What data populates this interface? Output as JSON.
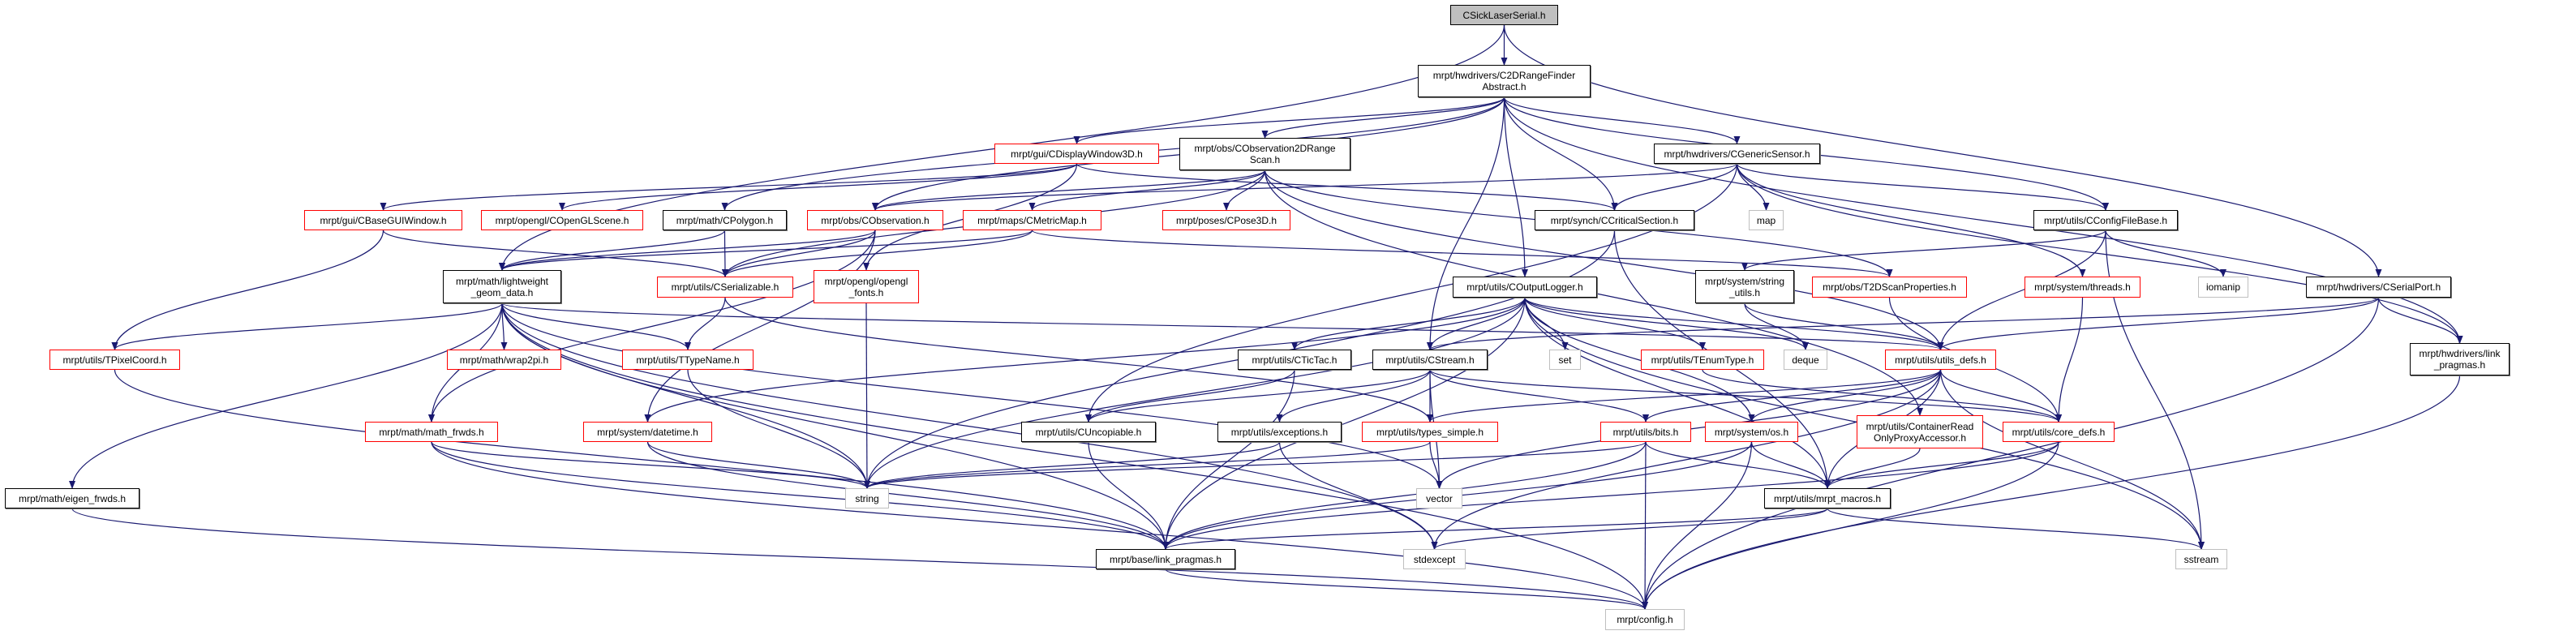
{
  "title": "CSickLaserSerial.h",
  "edge_color": "#191970",
  "nodes": [
    {
      "id": "root",
      "label": "CSickLaserSerial.h",
      "kind": "root"
    },
    {
      "id": "c2d",
      "label": "mrpt/hwdrivers/C2DRangeFinder\nAbstract.h",
      "kind": "documented"
    },
    {
      "id": "disp3d",
      "label": "mrpt/gui/CDisplayWindow3D.h",
      "kind": "red"
    },
    {
      "id": "obs2d",
      "label": "mrpt/obs/CObservation2DRange\nScan.h",
      "kind": "documented"
    },
    {
      "id": "gensens",
      "label": "mrpt/hwdrivers/CGenericSensor.h",
      "kind": "documented"
    },
    {
      "id": "baseGUI",
      "label": "mrpt/gui/CBaseGUIWindow.h",
      "kind": "red"
    },
    {
      "id": "glscene",
      "label": "mrpt/opengl/COpenGLScene.h",
      "kind": "red"
    },
    {
      "id": "polygon",
      "label": "mrpt/math/CPolygon.h",
      "kind": "documented"
    },
    {
      "id": "obs",
      "label": "mrpt/obs/CObservation.h",
      "kind": "red"
    },
    {
      "id": "metricmap",
      "label": "mrpt/maps/CMetricMap.h",
      "kind": "red"
    },
    {
      "id": "pose3d",
      "label": "mrpt/poses/CPose3D.h",
      "kind": "red"
    },
    {
      "id": "critsec",
      "label": "mrpt/synch/CCriticalSection.h",
      "kind": "documented"
    },
    {
      "id": "map",
      "label": "map",
      "kind": "system"
    },
    {
      "id": "cfgfile",
      "label": "mrpt/utils/CConfigFileBase.h",
      "kind": "documented"
    },
    {
      "id": "lwgeom",
      "label": "mrpt/math/lightweight\n_geom_data.h",
      "kind": "documented"
    },
    {
      "id": "serializable",
      "label": "mrpt/utils/CSerializable.h",
      "kind": "red"
    },
    {
      "id": "glfonts",
      "label": "mrpt/opengl/opengl\n_fonts.h",
      "kind": "red"
    },
    {
      "id": "outlogger",
      "label": "mrpt/utils/COutputLogger.h",
      "kind": "documented"
    },
    {
      "id": "strutils",
      "label": "mrpt/system/string\n_utils.h",
      "kind": "documented"
    },
    {
      "id": "t2dscan",
      "label": "mrpt/obs/T2DScanProperties.h",
      "kind": "red"
    },
    {
      "id": "threads",
      "label": "mrpt/system/threads.h",
      "kind": "red"
    },
    {
      "id": "iomanip",
      "label": "iomanip",
      "kind": "system"
    },
    {
      "id": "serialport",
      "label": "mrpt/hwdrivers/CSerialPort.h",
      "kind": "documented"
    },
    {
      "id": "pixcoord",
      "label": "mrpt/utils/TPixelCoord.h",
      "kind": "red"
    },
    {
      "id": "wrap2pi",
      "label": "mrpt/math/wrap2pi.h",
      "kind": "red"
    },
    {
      "id": "typename",
      "label": "mrpt/utils/TTypeName.h",
      "kind": "red"
    },
    {
      "id": "tictac",
      "label": "mrpt/utils/CTicTac.h",
      "kind": "documented"
    },
    {
      "id": "cstream",
      "label": "mrpt/utils/CStream.h",
      "kind": "documented"
    },
    {
      "id": "set",
      "label": "set",
      "kind": "system"
    },
    {
      "id": "enumtype",
      "label": "mrpt/utils/TEnumType.h",
      "kind": "red"
    },
    {
      "id": "deque",
      "label": "deque",
      "kind": "system"
    },
    {
      "id": "utilsdefs",
      "label": "mrpt/utils/utils_defs.h",
      "kind": "red"
    },
    {
      "id": "hwlink",
      "label": "mrpt/hwdrivers/link\n_pragmas.h",
      "kind": "documented"
    },
    {
      "id": "mathfrwds",
      "label": "mrpt/math/math_frwds.h",
      "kind": "red"
    },
    {
      "id": "datetime",
      "label": "mrpt/system/datetime.h",
      "kind": "red"
    },
    {
      "id": "uncopiable",
      "label": "mrpt/utils/CUncopiable.h",
      "kind": "documented"
    },
    {
      "id": "exceptions",
      "label": "mrpt/utils/exceptions.h",
      "kind": "documented"
    },
    {
      "id": "typessimple",
      "label": "mrpt/utils/types_simple.h",
      "kind": "red"
    },
    {
      "id": "bits",
      "label": "mrpt/utils/bits.h",
      "kind": "red"
    },
    {
      "id": "sysos",
      "label": "mrpt/system/os.h",
      "kind": "red"
    },
    {
      "id": "proxy",
      "label": "mrpt/utils/ContainerRead\nOnlyProxyAccessor.h",
      "kind": "red"
    },
    {
      "id": "coredefs",
      "label": "mrpt/utils/core_defs.h",
      "kind": "red"
    },
    {
      "id": "eigenfrwds",
      "label": "mrpt/math/eigen_frwds.h",
      "kind": "documented"
    },
    {
      "id": "string",
      "label": "string",
      "kind": "system"
    },
    {
      "id": "vector",
      "label": "vector",
      "kind": "system"
    },
    {
      "id": "macros",
      "label": "mrpt/utils/mrpt_macros.h",
      "kind": "documented"
    },
    {
      "id": "baselink",
      "label": "mrpt/base/link_pragmas.h",
      "kind": "documented"
    },
    {
      "id": "stdexcept",
      "label": "stdexcept",
      "kind": "system"
    },
    {
      "id": "sstream",
      "label": "sstream",
      "kind": "system"
    },
    {
      "id": "config",
      "label": "mrpt/config.h",
      "kind": "system"
    }
  ],
  "edges": [
    [
      "root",
      "c2d"
    ],
    [
      "root",
      "lwgeom"
    ],
    [
      "root",
      "serialport"
    ],
    [
      "c2d",
      "disp3d"
    ],
    [
      "c2d",
      "obs2d"
    ],
    [
      "c2d",
      "gensens"
    ],
    [
      "c2d",
      "critsec"
    ],
    [
      "c2d",
      "outlogger"
    ],
    [
      "c2d",
      "cstream"
    ],
    [
      "c2d",
      "cfgfile"
    ],
    [
      "c2d",
      "hwlink"
    ],
    [
      "c2d",
      "obs"
    ],
    [
      "c2d",
      "polygon"
    ],
    [
      "disp3d",
      "baseGUI"
    ],
    [
      "disp3d",
      "glscene"
    ],
    [
      "disp3d",
      "glfonts"
    ],
    [
      "disp3d",
      "critsec"
    ],
    [
      "obs2d",
      "obs"
    ],
    [
      "obs2d",
      "metricmap"
    ],
    [
      "obs2d",
      "pose3d"
    ],
    [
      "obs2d",
      "t2dscan"
    ],
    [
      "obs2d",
      "serializable"
    ],
    [
      "obs2d",
      "proxy"
    ],
    [
      "obs2d",
      "utilsdefs"
    ],
    [
      "gensens",
      "obs"
    ],
    [
      "gensens",
      "critsec"
    ],
    [
      "gensens",
      "map"
    ],
    [
      "gensens",
      "cfgfile"
    ],
    [
      "gensens",
      "threads"
    ],
    [
      "gensens",
      "uncopiable"
    ],
    [
      "gensens",
      "hwlink"
    ],
    [
      "baseGUI",
      "serializable"
    ],
    [
      "baseGUI",
      "pixcoord"
    ],
    [
      "polygon",
      "lwgeom"
    ],
    [
      "polygon",
      "serializable"
    ],
    [
      "obs",
      "serializable"
    ],
    [
      "obs",
      "lwgeom"
    ],
    [
      "obs",
      "mathfrwds"
    ],
    [
      "obs",
      "datetime"
    ],
    [
      "metricmap",
      "serializable"
    ],
    [
      "metricmap",
      "lwgeom"
    ],
    [
      "metricmap",
      "t2dscan"
    ],
    [
      "critsec",
      "string"
    ],
    [
      "critsec",
      "macros"
    ],
    [
      "cfgfile",
      "strutils"
    ],
    [
      "cfgfile",
      "iomanip"
    ],
    [
      "cfgfile",
      "utilsdefs"
    ],
    [
      "cfgfile",
      "sstream"
    ],
    [
      "lwgeom",
      "pixcoord"
    ],
    [
      "lwgeom",
      "wrap2pi"
    ],
    [
      "lwgeom",
      "typename"
    ],
    [
      "lwgeom",
      "mathfrwds"
    ],
    [
      "lwgeom",
      "eigenfrwds"
    ],
    [
      "lwgeom",
      "string"
    ],
    [
      "lwgeom",
      "vector"
    ],
    [
      "lwgeom",
      "stdexcept"
    ],
    [
      "lwgeom",
      "baselink"
    ],
    [
      "lwgeom",
      "config"
    ],
    [
      "lwgeom",
      "utilsdefs"
    ],
    [
      "serializable",
      "typename"
    ],
    [
      "serializable",
      "typessimple"
    ],
    [
      "glfonts",
      "string"
    ],
    [
      "outlogger",
      "tictac"
    ],
    [
      "outlogger",
      "cstream"
    ],
    [
      "outlogger",
      "set"
    ],
    [
      "outlogger",
      "enumtype"
    ],
    [
      "outlogger",
      "deque"
    ],
    [
      "outlogger",
      "utilsdefs"
    ],
    [
      "outlogger",
      "string"
    ],
    [
      "outlogger",
      "datetime"
    ],
    [
      "outlogger",
      "baselink"
    ],
    [
      "outlogger",
      "macros"
    ],
    [
      "outlogger",
      "sysos"
    ],
    [
      "outlogger",
      "sstream"
    ],
    [
      "strutils",
      "deque"
    ],
    [
      "strutils",
      "utilsdefs"
    ],
    [
      "t2dscan",
      "coredefs"
    ],
    [
      "threads",
      "coredefs"
    ],
    [
      "serialport",
      "hwlink"
    ],
    [
      "serialport",
      "config"
    ],
    [
      "serialport",
      "utilsdefs"
    ],
    [
      "serialport",
      "cstream"
    ],
    [
      "pixcoord",
      "baselink"
    ],
    [
      "typename",
      "string"
    ],
    [
      "mathfrwds",
      "string"
    ],
    [
      "mathfrwds",
      "baselink"
    ],
    [
      "mathfrwds",
      "config"
    ],
    [
      "datetime",
      "string"
    ],
    [
      "datetime",
      "baselink"
    ],
    [
      "eigenfrwds",
      "config"
    ],
    [
      "tictac",
      "uncopiable"
    ],
    [
      "tictac",
      "baselink"
    ],
    [
      "cstream",
      "uncopiable"
    ],
    [
      "cstream",
      "exceptions"
    ],
    [
      "cstream",
      "typessimple"
    ],
    [
      "cstream",
      "bits"
    ],
    [
      "cstream",
      "vector"
    ],
    [
      "cstream",
      "coredefs"
    ],
    [
      "enumtype",
      "coredefs"
    ],
    [
      "utilsdefs",
      "coredefs"
    ],
    [
      "utilsdefs",
      "bits"
    ],
    [
      "utilsdefs",
      "sysos"
    ],
    [
      "utilsdefs",
      "macros"
    ],
    [
      "utilsdefs",
      "typessimple"
    ],
    [
      "utilsdefs",
      "vector"
    ],
    [
      "utilsdefs",
      "sstream"
    ],
    [
      "utilsdefs",
      "stdexcept"
    ],
    [
      "uncopiable",
      "baselink"
    ],
    [
      "exceptions",
      "string"
    ],
    [
      "exceptions",
      "stdexcept"
    ],
    [
      "typessimple",
      "string"
    ],
    [
      "typessimple",
      "vector"
    ],
    [
      "bits",
      "config"
    ],
    [
      "bits",
      "macros"
    ],
    [
      "bits",
      "baselink"
    ],
    [
      "bits",
      "string"
    ],
    [
      "sysos",
      "macros"
    ],
    [
      "sysos",
      "config"
    ],
    [
      "sysos",
      "baselink"
    ],
    [
      "proxy",
      "macros"
    ],
    [
      "coredefs",
      "macros"
    ],
    [
      "coredefs",
      "config"
    ],
    [
      "coredefs",
      "baselink"
    ],
    [
      "macros",
      "baselink"
    ],
    [
      "macros",
      "stdexcept"
    ],
    [
      "macros",
      "sstream"
    ],
    [
      "baselink",
      "config"
    ],
    [
      "hwlink",
      "config"
    ]
  ]
}
